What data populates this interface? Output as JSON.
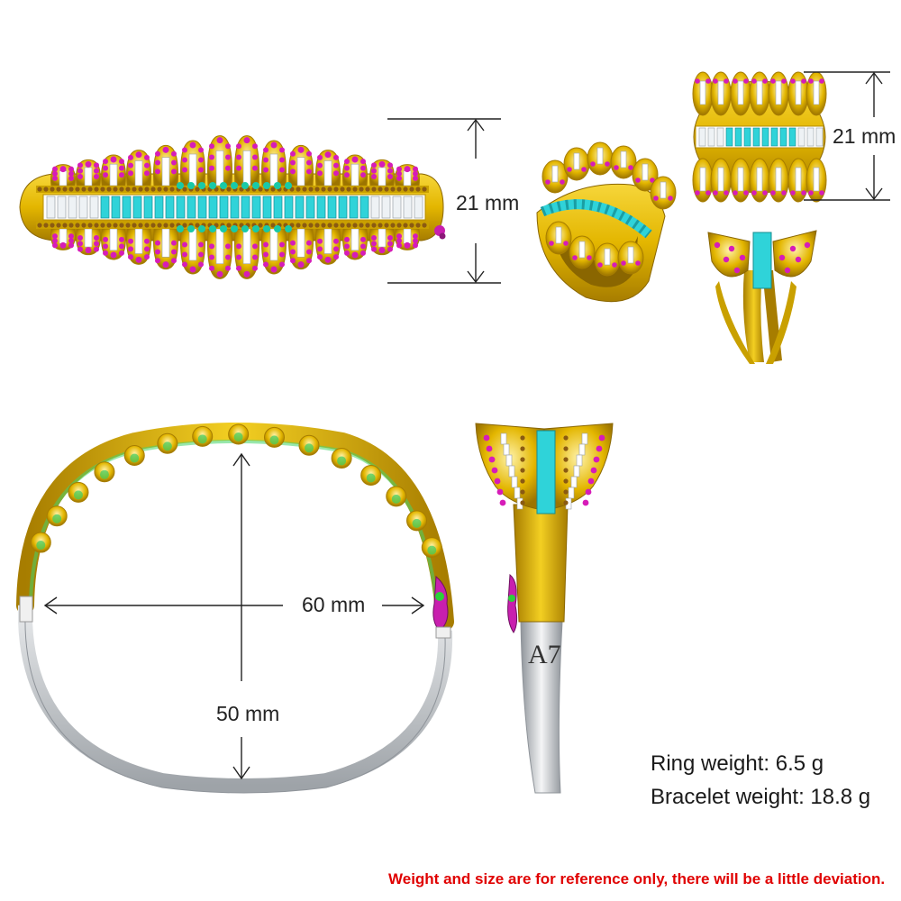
{
  "dimensions": {
    "bracelet_width": "21 mm",
    "ring_width": "21 mm",
    "bracelet_inner_width": "60 mm",
    "bracelet_inner_height": "50 mm"
  },
  "stamp": "A7",
  "specs": {
    "ring_weight": "Ring weight:  6.5 g",
    "bracelet_weight": "Bracelet weight: 18.8 g"
  },
  "disclaimer": "Weight and size are for reference only, there will be a little deviation.",
  "colors": {
    "gold": "#e3b600",
    "gold_dark": "#a77d00",
    "magenta": "#d61cb8",
    "turquoise": "#2fd3d9",
    "silver": "#cfd2d6",
    "dimension_line": "#222222",
    "disclaimer": "#e00000"
  }
}
